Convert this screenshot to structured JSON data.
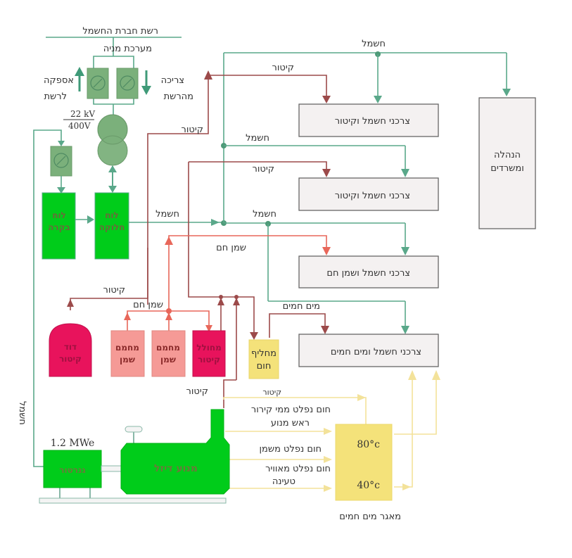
{
  "diagram": {
    "grid": {
      "grid_label": "רשת חברת החשמל",
      "metering_label": "מערכת מניה",
      "supply_label": "אספקה לרשת",
      "supply_lines": [
        "אספקה",
        "לרשת"
      ],
      "consumption_lines": [
        "צריכה",
        "מהרשת"
      ],
      "transformer_hv": "22 kV",
      "transformer_lv": "400V"
    },
    "panels": {
      "control": [
        "לוח",
        "בקרה"
      ],
      "distribution": [
        "לוח",
        "חלוקה"
      ]
    },
    "consumers": [
      {
        "label": "צרכני חשמל וקיטור"
      },
      {
        "label": "צרכני חשמל וקיטור"
      },
      {
        "label": "צרכני חשמל ושמן חם"
      },
      {
        "label": "צרכני חשמל ומים חמים"
      }
    ],
    "management": [
      "הנהלה",
      "ומשרדים"
    ],
    "equipment": {
      "steam_boiler": [
        "דוד",
        "קיטור"
      ],
      "oil_heater_1": [
        "מחמם",
        "שמן"
      ],
      "oil_heater_2": [
        "מחמם",
        "שמן"
      ],
      "steam_generator": [
        "מחולל",
        "קיטור"
      ],
      "heat_exchanger": [
        "מחליף",
        "חום"
      ],
      "generator": "גנרטור",
      "generator_rating": "1.2 MWe",
      "diesel_engine": "מנוע דיזל",
      "hot_water_tank": "מאגר מים חמים",
      "tank_top_temp": "80°c",
      "tank_bottom_temp": "40°c"
    },
    "flow_labels": {
      "electricity": "חשמל",
      "steam": "קיטור",
      "hot_oil": "שמן חם",
      "hot_water": "מים חמים",
      "engine_cooling_lines": [
        "חום נפלט ממי קירור",
        "ראש מנוע"
      ],
      "oil_waste_heat": "חום נפלט משמן",
      "charge_air_lines": [
        "חום נפלט מאוויר",
        "טעינה"
      ]
    },
    "colors": {
      "electricity": "#5aa88a",
      "steam": "#9c4a4a",
      "hot_oil": "#e8675a",
      "waste_heat": "#f3e29a",
      "equipment_green": "#00cc1a",
      "meter_green": "#7bb07b",
      "steam_pink": "#e8135c",
      "oil_pink": "#f59a96",
      "yellow_box": "#f4e27a",
      "consumer_box": "#f4f1f1"
    }
  }
}
